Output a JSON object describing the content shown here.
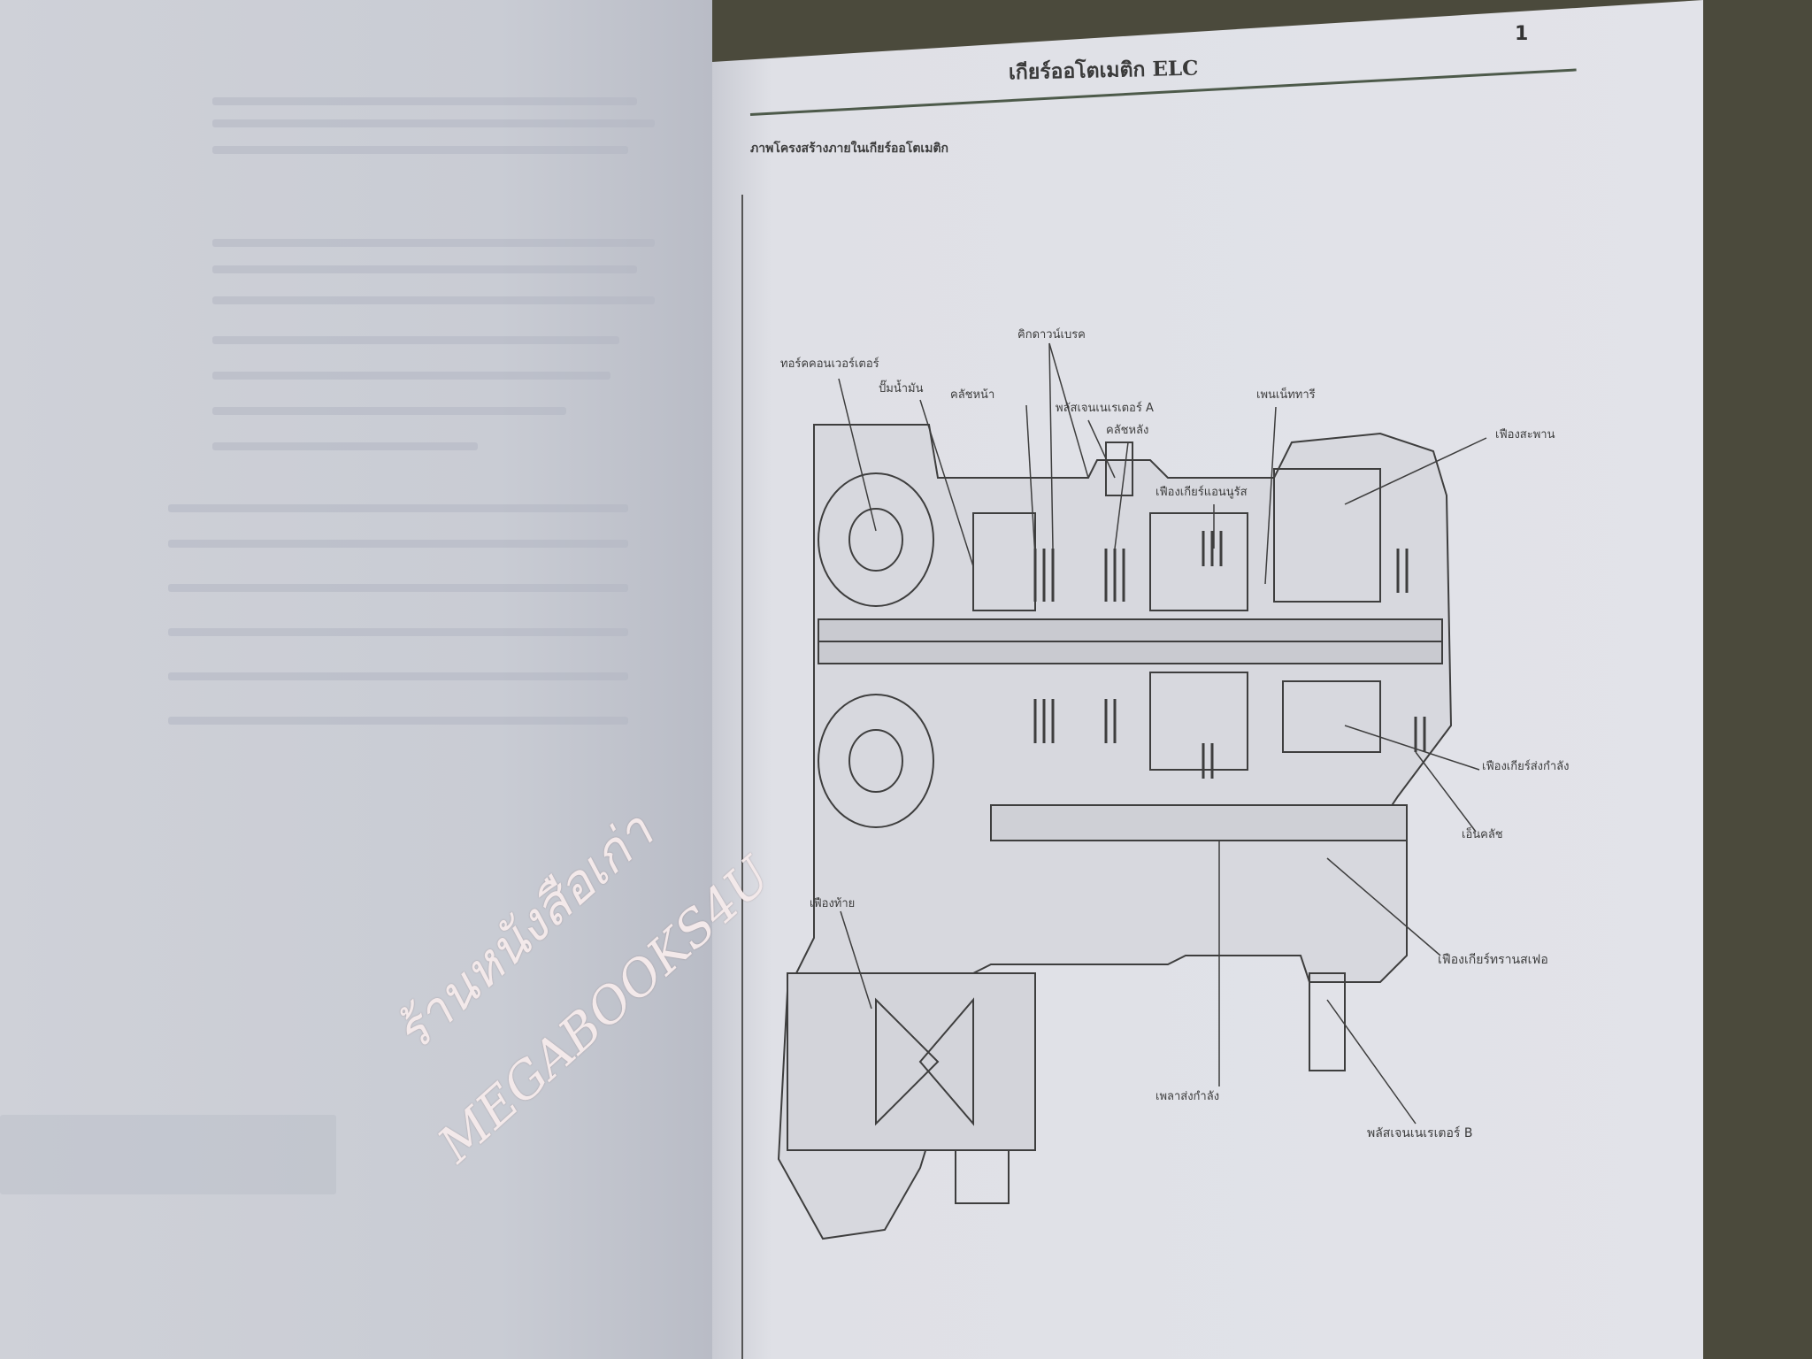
{
  "page": {
    "number": "1",
    "header_title": "เกียร์ออโตเมติก ELC",
    "subtitle": "ภาพโครงสร้างภายในเกียร์ออโตเมติก"
  },
  "diagram": {
    "labels": {
      "torque_converter": "ทอร์คคอนเวอร์เตอร์",
      "oil_pump": "ปั๊มน้ำมัน",
      "kickdown_brake": "คิกดาวน์เบรค",
      "front_clutch": "คลัชหน้า",
      "pulse_generator_a": "พลัสเจนเนเรเตอร์ A",
      "rear_clutch": "คลัชหลัง",
      "planetary": "เพนเน็ททารี",
      "bridge_gear": "เฟืองสะพาน",
      "annulus_gear": "เฟืองเกียร์แอนนูรัส",
      "output_gear": "เฟืองเกียร์ส่งกำลัง",
      "end_clutch": "เอ็นคลัช",
      "transfer_gear": "เฟืองเกียร์ทรานสเฟอ",
      "output_shaft": "เพลาส่งกำลัง",
      "pulse_generator_b": "พลัสเจนเนเรเตอร์ B",
      "differential": "เฟืองท้าย"
    }
  },
  "watermark": {
    "line1": "ร้านหนังสือเก่า",
    "line2": "MEGABOOKS4U"
  }
}
